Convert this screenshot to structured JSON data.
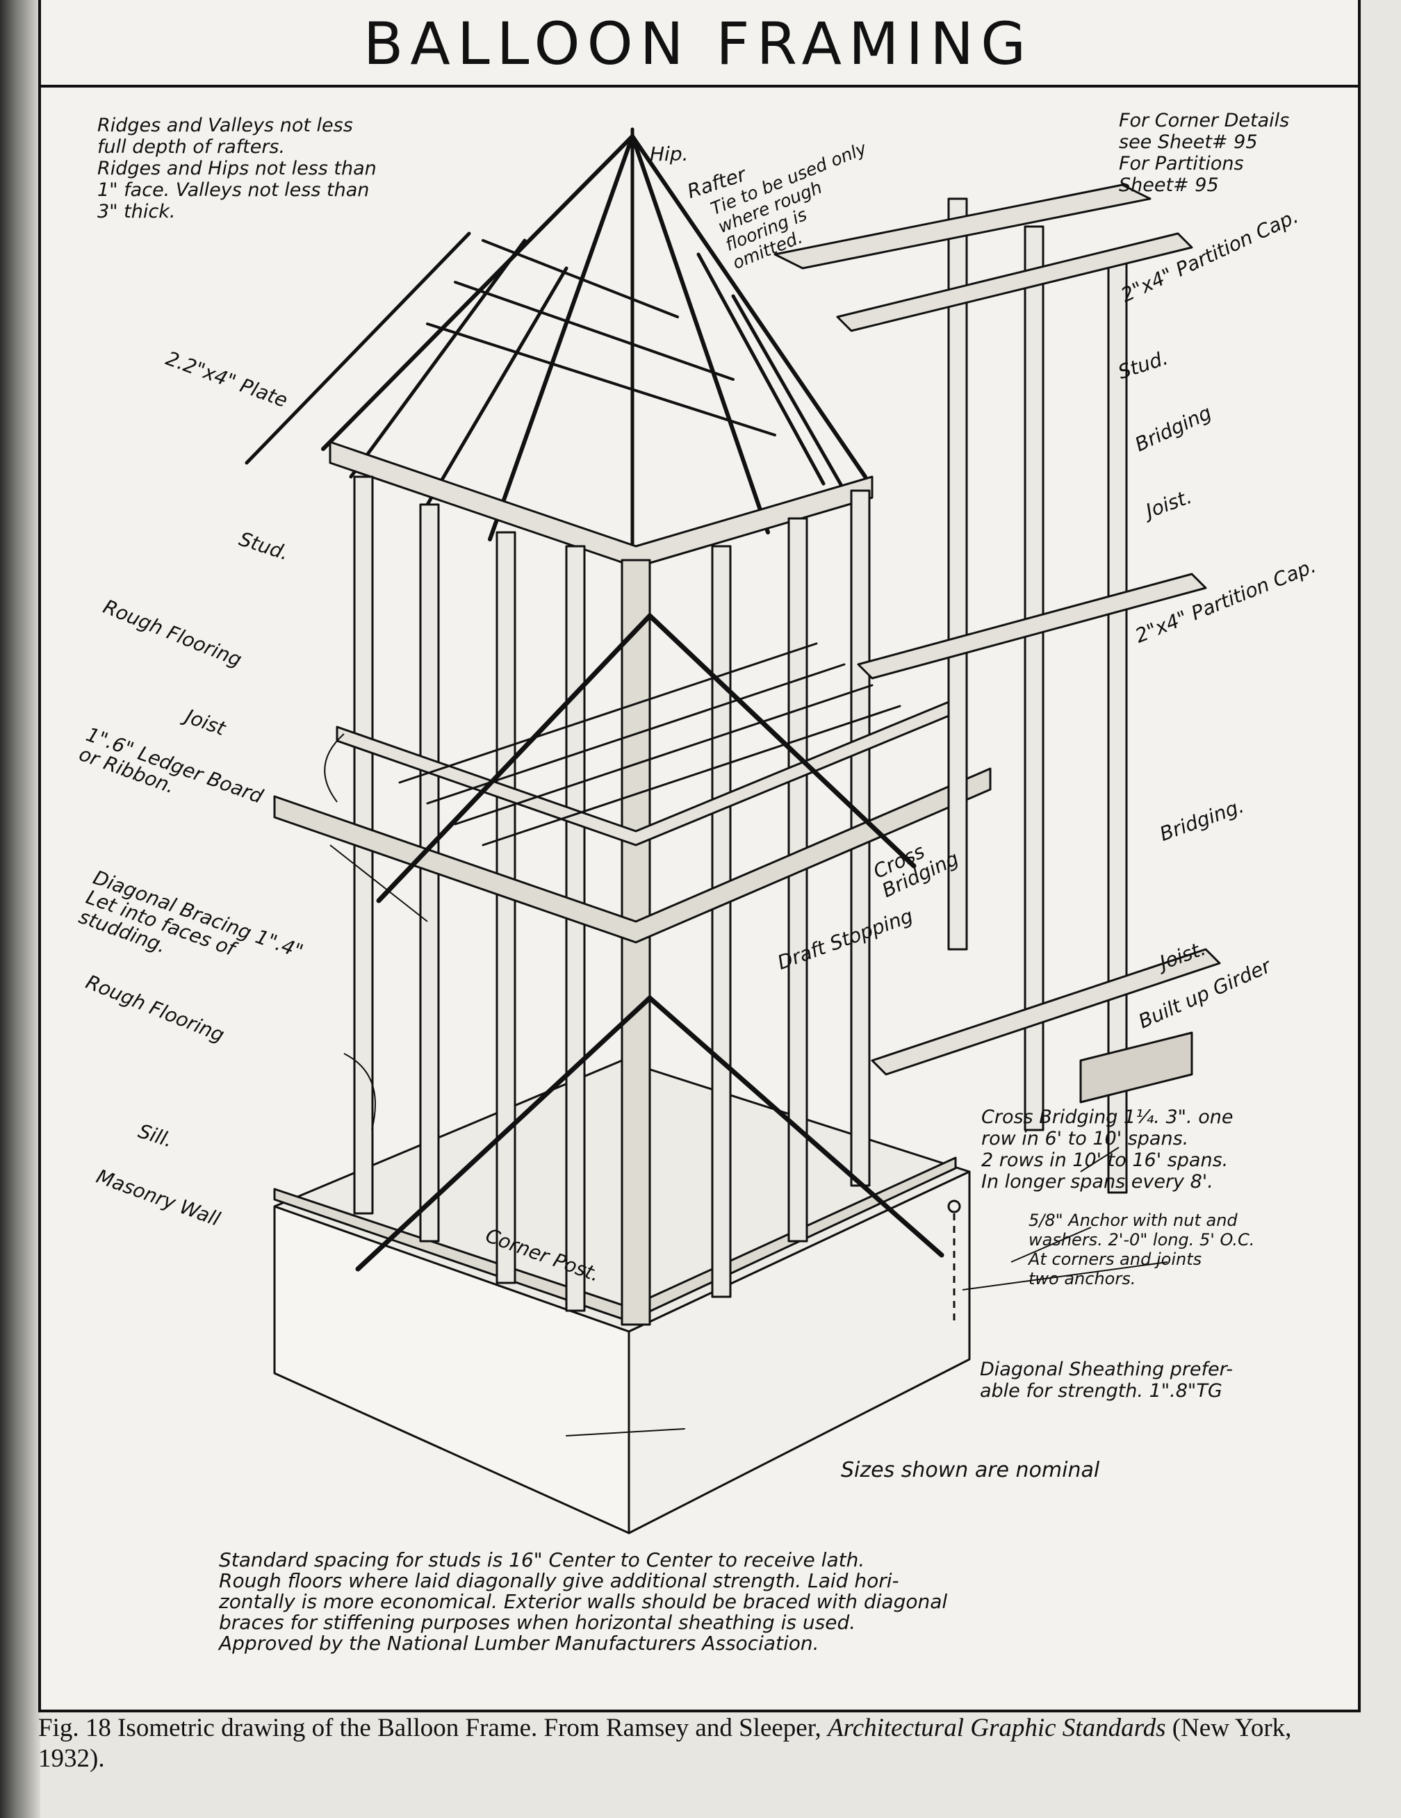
{
  "title": "BALLOON FRAMING",
  "notes": {
    "ridges": "Ridges and Valleys not less\nfull depth of rafters.\nRidges and Hips not less than\n1\" face. Valleys not less than\n3\" thick.",
    "corner_details": "For Corner Details\nsee Sheet# 95\nFor Partitions\nSheet# 95",
    "cross_bridging": "Cross Bridging 1¼. 3\". one\nrow in 6' to 10' spans.\n2 rows in 10' to 16' spans.\nIn longer spans every 8'.",
    "anchor": "5/8\" Anchor with nut and\nwashers. 2'-0\" long. 5' O.C.\nAt corners and joints\ntwo anchors.",
    "sheathing": "Diagonal Sheathing prefer-\nable for strength. 1\".8\"TG",
    "sizes": "Sizes shown are nominal",
    "standard": "Standard spacing for studs is 16\" Center to Center to receive lath.\nRough floors where laid diagonally give additional strength. Laid hori-\nzontally is more economical. Exterior walls should be braced with diagonal\nbraces for stiffening purposes when horizontal sheathing is used.\nApproved by the National Lumber Manufacturers Association."
  },
  "labels": {
    "hip": "Hip.",
    "rafter": "Rafter",
    "tie": "Tie to be used only\nwhere rough\nflooring is\nomitted.",
    "plate": "2.2\"x4\" Plate",
    "partition_cap_top": "2\"x4\" Partition Cap.",
    "stud_right": "Stud.",
    "bridging_top": "Bridging",
    "stud_left": "Stud.",
    "joist_right_top": "Joist.",
    "rough_flooring_top": "Rough Flooring",
    "partition_cap_mid": "2\"x4\" Partition Cap.",
    "joist_left": "Joist",
    "ledger": "1\".6\" Ledger Board\nor Ribbon.",
    "bridging_mid": "Bridging.",
    "cross_bridging_label": "Cross\nBridging",
    "diagonal_bracing": "Diagonal Bracing 1\".4\"\nLet into faces of\nstudding.",
    "draft_stopping": "Draft Stopping",
    "joist_right_low": "Joist.",
    "builtup_girder": "Built up Girder",
    "rough_flooring_low": "Rough Flooring",
    "sill": "Sill.",
    "masonry_wall": "Masonry Wall",
    "corner_post": "Corner Post."
  },
  "caption": {
    "prefix": "Fig. 18 Isometric drawing of the Balloon Frame. From Ramsey and Sleeper, ",
    "book": "Architectural Graphic Standards",
    "suffix": " (New York, 1932)."
  }
}
